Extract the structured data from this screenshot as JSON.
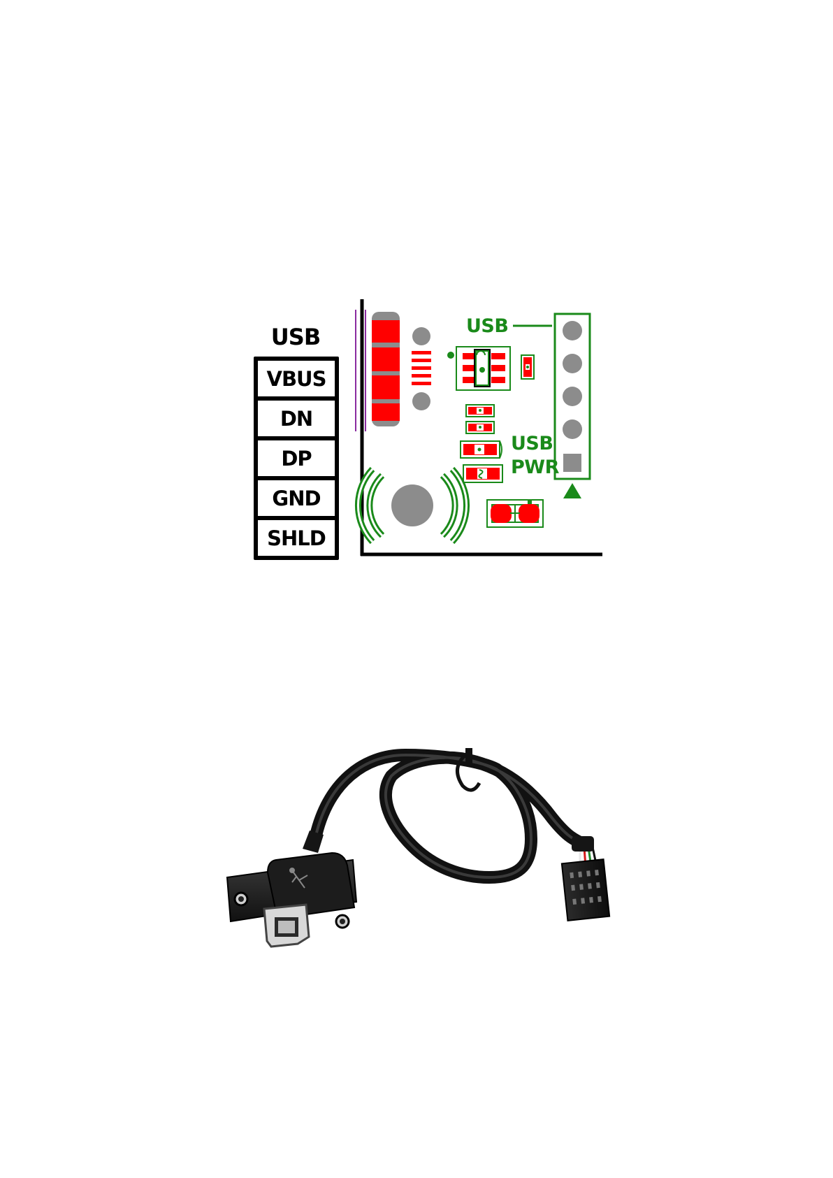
{
  "pin_table": {
    "heading": "USB",
    "pins": [
      "VBUS",
      "DN",
      "DP",
      "GND",
      "SHLD"
    ]
  },
  "pcb": {
    "header_label": "USB",
    "power_label_line1": "USB",
    "power_label_line2": "PWR"
  },
  "colors": {
    "silkscreen": "#1a8a1a",
    "pad": "#ff0000",
    "hole": "#8c8c8c",
    "outline": "#000000"
  },
  "photo": {
    "subject": "usb-b-panel-mount-cable-icon"
  }
}
